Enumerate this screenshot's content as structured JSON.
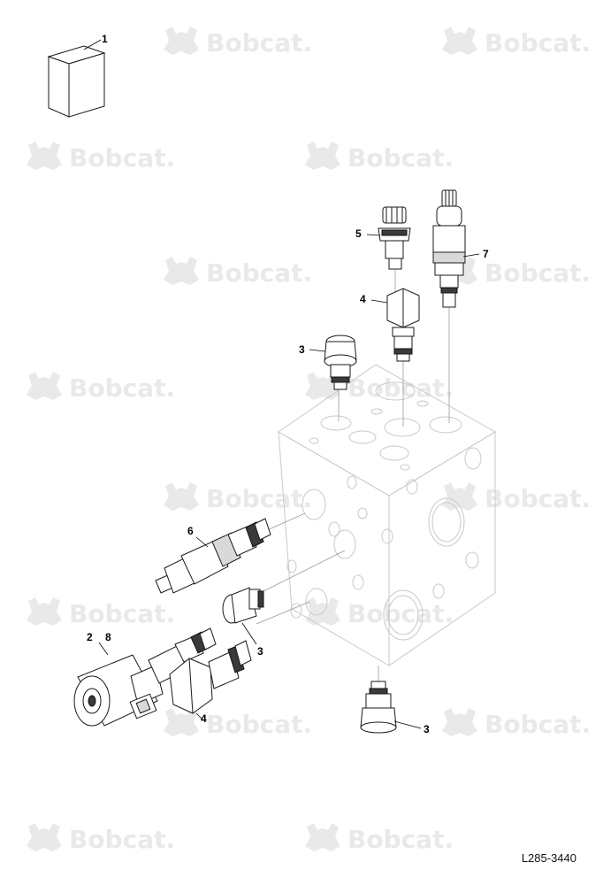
{
  "watermark": {
    "text": "Bobcat",
    "mark": "."
  },
  "callouts": [
    {
      "id": "c1",
      "label": "1"
    },
    {
      "id": "c5",
      "label": "5"
    },
    {
      "id": "c7",
      "label": "7"
    },
    {
      "id": "c4a",
      "label": "4"
    },
    {
      "id": "c3a",
      "label": "3"
    },
    {
      "id": "c6",
      "label": "6"
    },
    {
      "id": "c2",
      "label": "2"
    },
    {
      "id": "c8",
      "label": "8"
    },
    {
      "id": "c3b",
      "label": "3"
    },
    {
      "id": "c4b",
      "label": "4"
    },
    {
      "id": "c3c",
      "label": "3"
    }
  ],
  "figure_ref": "L285-3440",
  "colors": {
    "line": "#1a1a1a",
    "ghost": "#c9c9c9",
    "watermark": "#e9e9e9"
  }
}
